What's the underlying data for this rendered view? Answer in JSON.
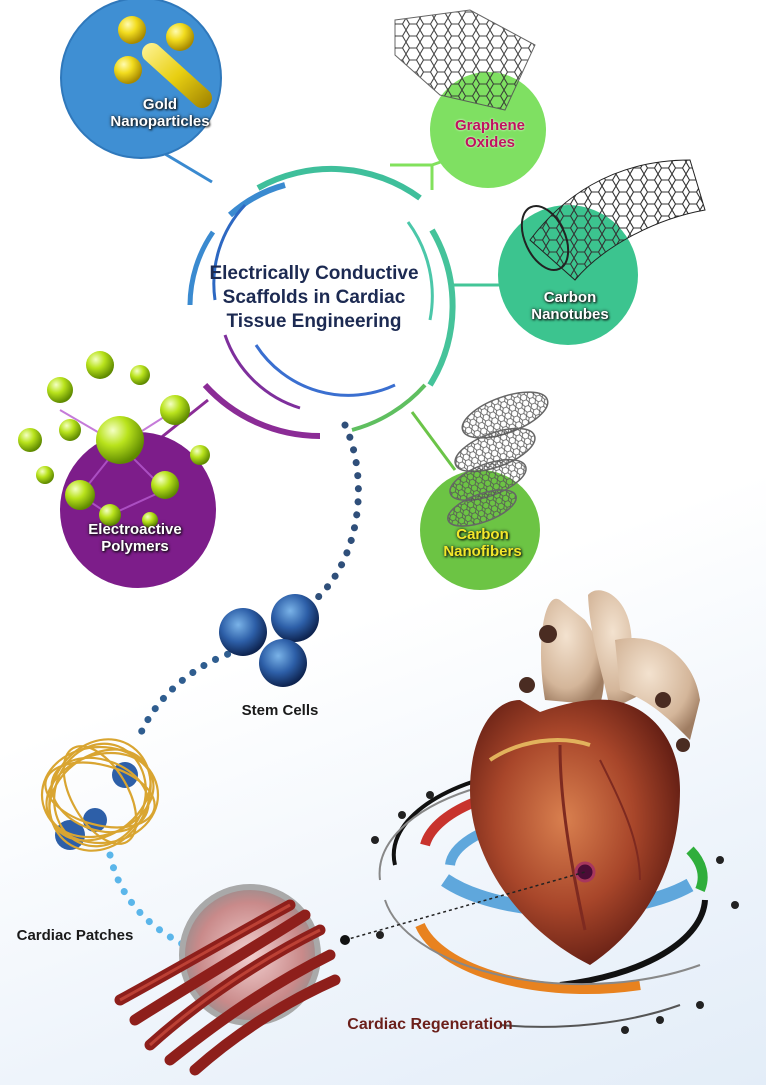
{
  "center": {
    "title": "Electrically Conductive Scaffolds in Cardiac Tissue Engineering"
  },
  "materials": {
    "gold": {
      "line1": "Gold",
      "line2": "Nanoparticles",
      "color": "#3f8fd3"
    },
    "graphene": {
      "line1": "Graphene",
      "line2": "Oxides",
      "color": "#7fe062",
      "text_color": "#c0125e"
    },
    "nanotubes": {
      "line1": "Carbon",
      "line2": "Nanotubes",
      "color": "#3cc48f"
    },
    "polymers": {
      "line1": "Electroactive",
      "line2": "Polymers",
      "color": "#7d1d8a"
    },
    "nanofibers": {
      "line1": "Carbon",
      "line2": "Nanofibers",
      "color": "#6cc444",
      "text_color": "#f3e82a"
    }
  },
  "flow": {
    "stem_cells": "Stem Cells",
    "cardiac_patches": "Cardiac Patches",
    "cardiac_regeneration": "Cardiac Regeneration"
  }
}
